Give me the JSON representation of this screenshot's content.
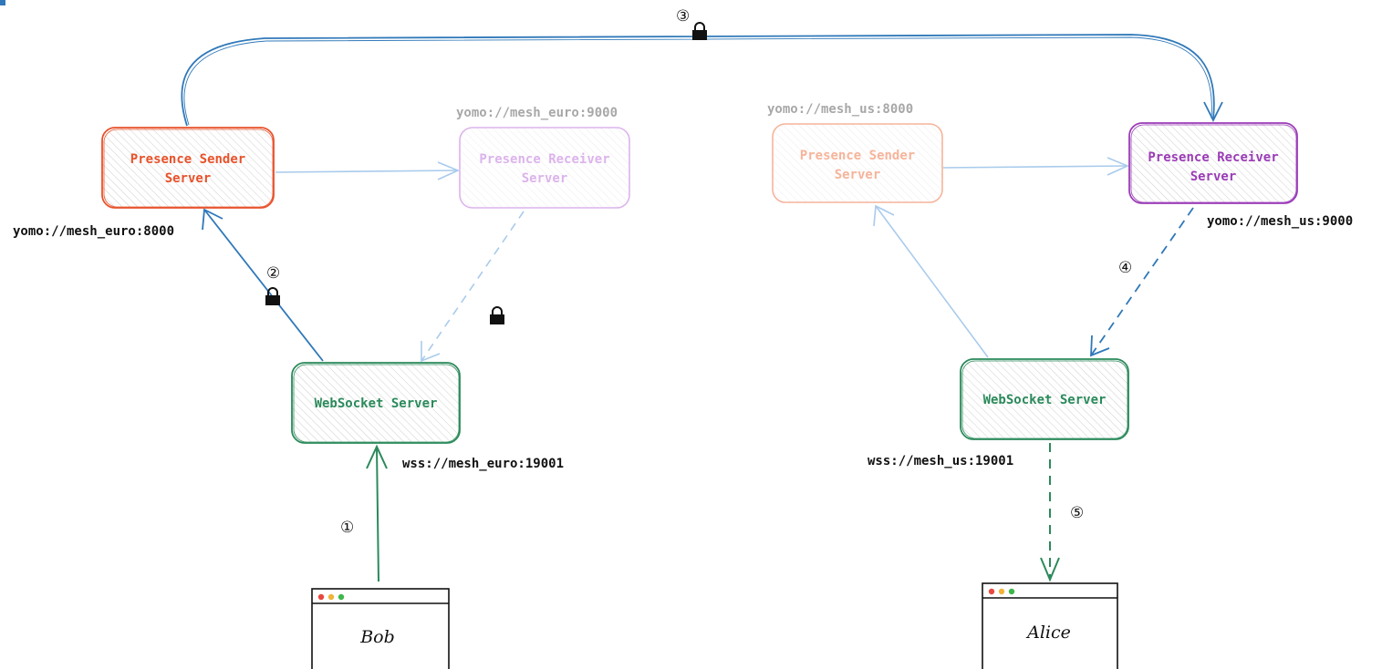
{
  "colors": {
    "sender_euro": "#e8522b",
    "receiver_euro": "#dcb4ec",
    "sender_us": "#f6b49b",
    "receiver_us": "#9b3cb7",
    "websocket": "#2b8a5b",
    "link_blue": "#2f78b9",
    "link_faint": "#a9cbec",
    "label_dark": "#111111",
    "label_faint": "#a8a8a8"
  },
  "euro": {
    "sender": {
      "line1": "Presence Sender",
      "line2": "Server",
      "address": "yomo://mesh_euro:8000"
    },
    "receiver": {
      "line1": "Presence Receiver",
      "line2": "Server",
      "address": "yomo://mesh_euro:9000"
    },
    "websocket": {
      "label": "WebSocket Server",
      "address": "wss://mesh_euro:19001"
    },
    "client": {
      "name": "Bob"
    }
  },
  "us": {
    "sender": {
      "line1": "Presence Sender",
      "line2": "Server",
      "address": "yomo://mesh_us:8000"
    },
    "receiver": {
      "line1": "Presence Receiver",
      "line2": "Server",
      "address": "yomo://mesh_us:9000"
    },
    "websocket": {
      "label": "WebSocket Server",
      "address": "wss://mesh_us:19001"
    },
    "client": {
      "name": "Alice"
    }
  },
  "steps": [
    "①",
    "②",
    "③",
    "④",
    "⑤"
  ],
  "icons": {
    "lock": "lock-icon",
    "browser_dots": [
      "#e8493f",
      "#f1b33b",
      "#3fb64a"
    ]
  }
}
